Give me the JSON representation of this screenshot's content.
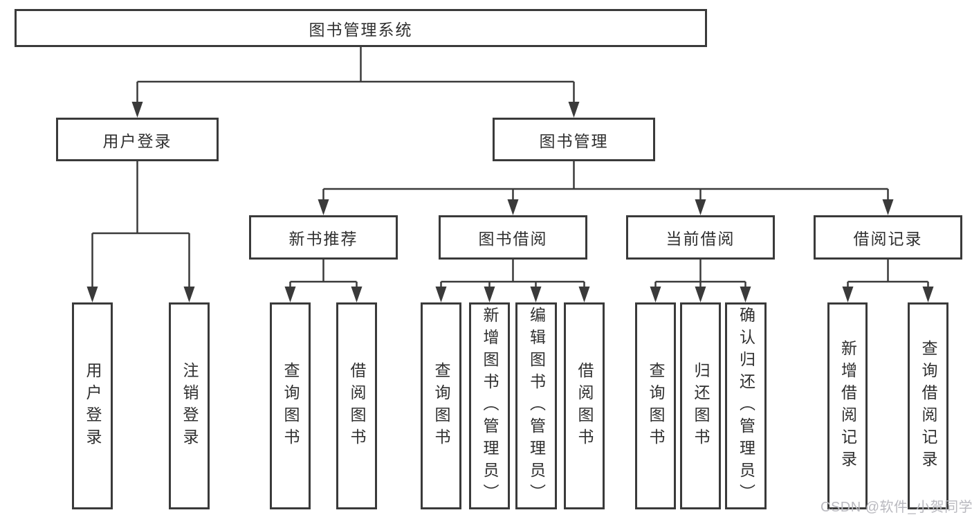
{
  "diagram": {
    "root": {
      "label": "图书管理系统"
    },
    "level2": [
      {
        "label": "用户登录"
      },
      {
        "label": "图书管理"
      }
    ],
    "level3": [
      {
        "label": "新书推荐"
      },
      {
        "label": "图书借阅"
      },
      {
        "label": "当前借阅"
      },
      {
        "label": "借阅记录"
      }
    ],
    "leaves": [
      {
        "label": "用户登录"
      },
      {
        "label": "注销登录"
      },
      {
        "label": "查询图书"
      },
      {
        "label": "借阅图书"
      },
      {
        "label": "查询图书"
      },
      {
        "label": "新增图书（管理员）"
      },
      {
        "label": "编辑图书（管理员）"
      },
      {
        "label": "借阅图书"
      },
      {
        "label": "查询图书"
      },
      {
        "label": "归还图书"
      },
      {
        "label": "确认归还（管理员）"
      },
      {
        "label": "新增借阅记录"
      },
      {
        "label": "查询借阅记录"
      }
    ]
  },
  "watermark": {
    "text": "CSDN @软件_小贺同学"
  },
  "colors": {
    "line": "#3a3a3a",
    "text": "#2f2f2f",
    "watermark": "#b9b9bf",
    "background": "#ffffff"
  }
}
